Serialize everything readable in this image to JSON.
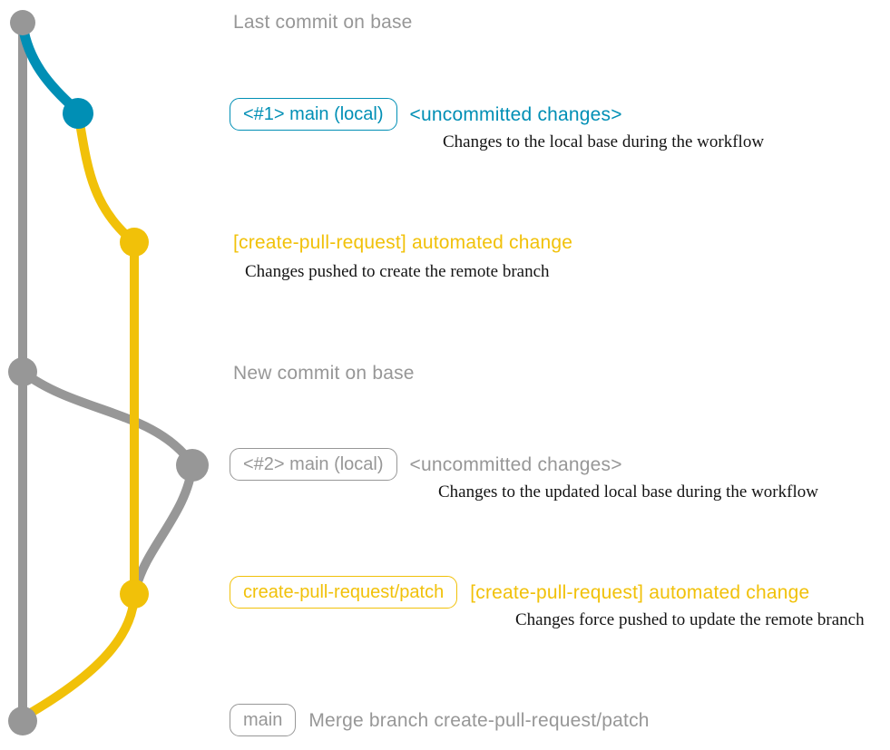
{
  "colors": {
    "background": "#ffffff",
    "base_gray": "#979797",
    "branch_blue": "#008fb5",
    "branch_yellow": "#f1c109",
    "annotation_text": "#141414"
  },
  "rows": [
    {
      "message": "Last commit on base"
    },
    {
      "badge": "<#1> main (local)",
      "message": "<uncommitted changes>",
      "annotation": "Changes to the local base during the workflow"
    },
    {
      "message": "[create-pull-request] automated change",
      "annotation": "Changes pushed to create the remote branch"
    },
    {
      "message": "New commit on base"
    },
    {
      "badge": "<#2> main (local)",
      "message": "<uncommitted changes>",
      "annotation": "Changes to the updated local base during the workflow"
    },
    {
      "badge": "create-pull-request/patch",
      "message": "[create-pull-request] automated change",
      "annotation": "Changes force pushed to update the remote branch"
    },
    {
      "badge": "main",
      "message": "Merge branch create-pull-request/patch"
    }
  ],
  "graph": {
    "branches": [
      {
        "name": "base",
        "color_key": "base_gray"
      },
      {
        "name": "uncommitted local changes",
        "color_key": "branch_blue"
      },
      {
        "name": "create-pull-request/patch",
        "color_key": "branch_yellow"
      }
    ],
    "commits": [
      {
        "id": "last-commit-on-base",
        "color_key": "base_gray"
      },
      {
        "id": "uncommitted-changes-1",
        "color_key": "branch_blue"
      },
      {
        "id": "automated-change-1",
        "color_key": "branch_yellow"
      },
      {
        "id": "new-commit-on-base",
        "color_key": "base_gray"
      },
      {
        "id": "uncommitted-changes-2",
        "color_key": "base_gray"
      },
      {
        "id": "automated-change-2",
        "color_key": "branch_yellow"
      },
      {
        "id": "merge-commit",
        "color_key": "base_gray"
      }
    ]
  }
}
